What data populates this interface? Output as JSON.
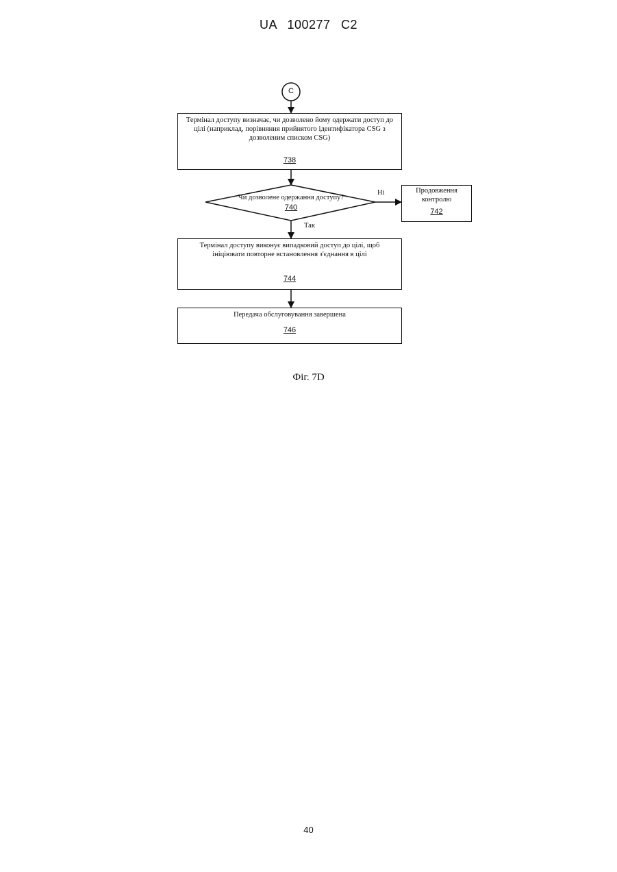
{
  "header": {
    "text": "UA 100277 C2"
  },
  "flowchart": {
    "connector": {
      "label": "C"
    },
    "nodes": [
      {
        "id": "738",
        "text": "Термінал доступу визначає, чи дозволено йому одержати доступ до цілі (наприклад, порівняння прийнятого ідентифікатора CSG з дозволеним списком CSG)",
        "ref": "738"
      },
      {
        "id": "740",
        "text": "Чи дозволене одержання доступу?",
        "ref": "740"
      },
      {
        "id": "742",
        "text": "Продовження контролю",
        "ref": "742"
      },
      {
        "id": "744",
        "text": "Термінал доступу виконує випадковий доступ до цілі, щоб ініціювати повторне встановлення з'єднання в цілі",
        "ref": "744"
      },
      {
        "id": "746",
        "text": "Передача обслуговування завершена",
        "ref": "746"
      }
    ],
    "branches": {
      "no": "Ні",
      "yes": "Так"
    },
    "edges": [
      {
        "from": "C",
        "to": "738"
      },
      {
        "from": "738",
        "to": "740"
      },
      {
        "from": "740",
        "to": "742",
        "label": "Ні"
      },
      {
        "from": "740",
        "to": "744",
        "label": "Так"
      },
      {
        "from": "744",
        "to": "746"
      }
    ]
  },
  "caption": "Фіг. 7D",
  "page_number": "40"
}
